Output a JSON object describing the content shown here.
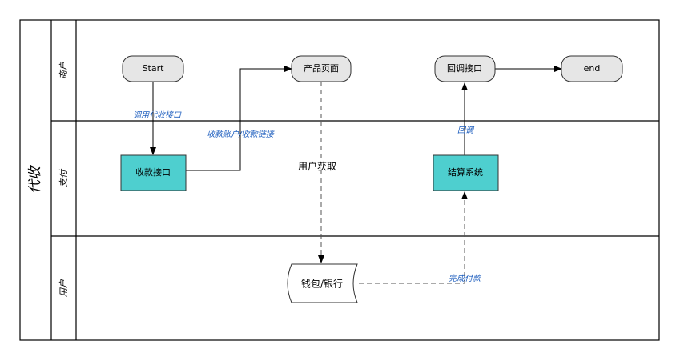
{
  "pool": {
    "label": "代收"
  },
  "lanes": [
    {
      "id": "merchant",
      "label": "商户"
    },
    {
      "id": "payment",
      "label": "支付"
    },
    {
      "id": "user",
      "label": "用户"
    }
  ],
  "nodes": {
    "start": "Start",
    "product_page": "产品页面",
    "callback_api": "回调接口",
    "end": "end",
    "collect_api": "收款接口",
    "settlement": "结算系统",
    "wallet_bank": "钱包/银行"
  },
  "edges": {
    "call_collect_api": "调用代收接口",
    "collect_account_link": "收款账户/收款链接",
    "user_obtain": "用户获取",
    "callback": "回调",
    "payment_complete": "完成付款"
  },
  "colors": {
    "terminal_fill": "#e6e6e6",
    "process_fill": "#4ecfcf",
    "edge_label": "#1f5fbf"
  }
}
